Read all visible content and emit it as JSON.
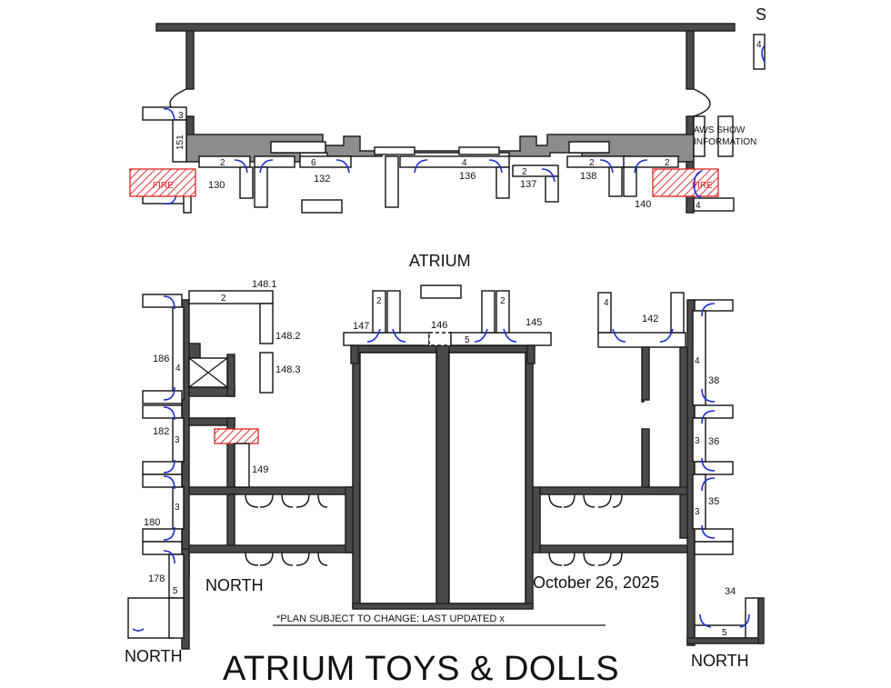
{
  "title": "ATRIUM TOYS & DOLLS",
  "date": "October 26, 2025",
  "note": "*PLAN SUBJECT TO CHANGE: LAST UPDATED x",
  "areas": {
    "atrium": "ATRIUM",
    "north_center": "NORTH",
    "north_left": "NORTH",
    "north_right": "NORTH",
    "aws_show_info_line1": "AWS SHOW",
    "aws_show_info_line2": "INFORMATION",
    "corner_letter": "S"
  },
  "fire_labels": [
    "FIRE",
    "FIRE"
  ],
  "booth_numbers": {
    "b151": "151",
    "b130": "130",
    "b132": "132",
    "b136": "136",
    "b137": "137",
    "b138": "138",
    "b140": "140",
    "b148_1": "148.1",
    "b148_2": "148.2",
    "b148_3": "148.3",
    "b147": "147",
    "b146": "146",
    "b145": "145",
    "b142": "142",
    "b186": "186",
    "b182": "182",
    "b180": "180",
    "b178": "178",
    "b149": "149",
    "b38": "38",
    "b36": "36",
    "b35": "35",
    "b34": "34"
  },
  "booth_sizes": {
    "s151": "3",
    "s130a": "2",
    "s132": "6",
    "s136": "4",
    "s137": "2",
    "s138": "2",
    "s140": "2",
    "s140b": "4",
    "s_corner": "4",
    "s148_1": "2",
    "s147": "2",
    "s145": "2",
    "s146": "5",
    "s142": "4",
    "s186": "4",
    "s182": "3",
    "s180": "3",
    "s178": "5",
    "s38": "4",
    "s36": "3",
    "s35": "3",
    "s34": "5"
  }
}
